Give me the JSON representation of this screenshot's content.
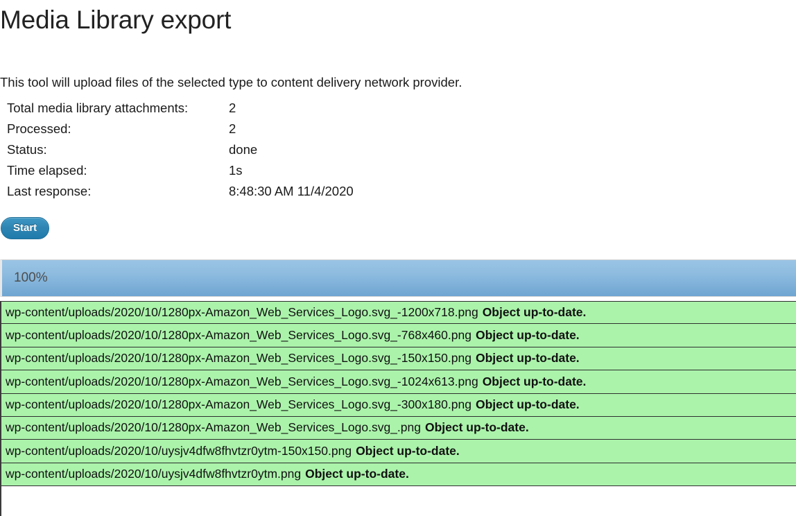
{
  "page": {
    "title": "Media Library export",
    "intro": "This tool will upload files of the selected type to content delivery network provider."
  },
  "stats": [
    {
      "label": "Total media library attachments:",
      "value": "2"
    },
    {
      "label": "Processed:",
      "value": "2"
    },
    {
      "label": "Status:",
      "value": "done"
    },
    {
      "label": "Time elapsed:",
      "value": "1s"
    },
    {
      "label": "Last response:",
      "value": "8:48:30 AM 11/4/2020"
    }
  ],
  "actions": {
    "start_label": "Start"
  },
  "progress": {
    "percent_label": "100%",
    "percent": 100,
    "fill_color": "#8dbbdf",
    "track_color": "#f0f0f0"
  },
  "log": {
    "row_color": "#abf3ab",
    "rows": [
      {
        "path": "wp-content/uploads/2020/10/1280px-Amazon_Web_Services_Logo.svg_-1200x718.png",
        "status": "Object up-to-date."
      },
      {
        "path": "wp-content/uploads/2020/10/1280px-Amazon_Web_Services_Logo.svg_-768x460.png",
        "status": "Object up-to-date."
      },
      {
        "path": "wp-content/uploads/2020/10/1280px-Amazon_Web_Services_Logo.svg_-150x150.png",
        "status": "Object up-to-date."
      },
      {
        "path": "wp-content/uploads/2020/10/1280px-Amazon_Web_Services_Logo.svg_-1024x613.png",
        "status": "Object up-to-date."
      },
      {
        "path": "wp-content/uploads/2020/10/1280px-Amazon_Web_Services_Logo.svg_-300x180.png",
        "status": "Object up-to-date."
      },
      {
        "path": "wp-content/uploads/2020/10/1280px-Amazon_Web_Services_Logo.svg_.png",
        "status": "Object up-to-date."
      },
      {
        "path": "wp-content/uploads/2020/10/uysjv4dfw8fhvtzr0ytm-150x150.png",
        "status": "Object up-to-date."
      },
      {
        "path": "wp-content/uploads/2020/10/uysjv4dfw8fhvtzr0ytm.png",
        "status": "Object up-to-date."
      }
    ]
  }
}
